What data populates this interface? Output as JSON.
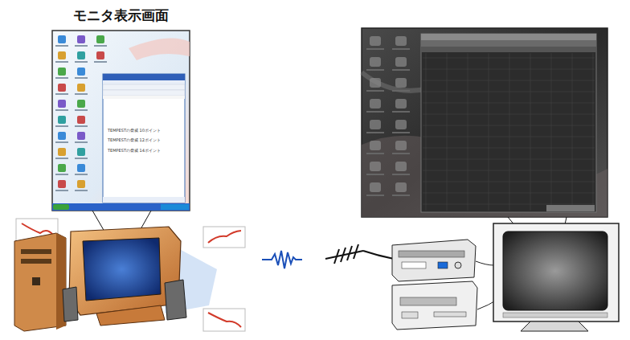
{
  "diagram": {
    "title": "モニタ表示画面",
    "labels": [
      "TEMPESTの脅威 10ポイント",
      "TEMPESTの脅威 12ポイント",
      "TEMPESTの脅威 14ポイント"
    ]
  }
}
